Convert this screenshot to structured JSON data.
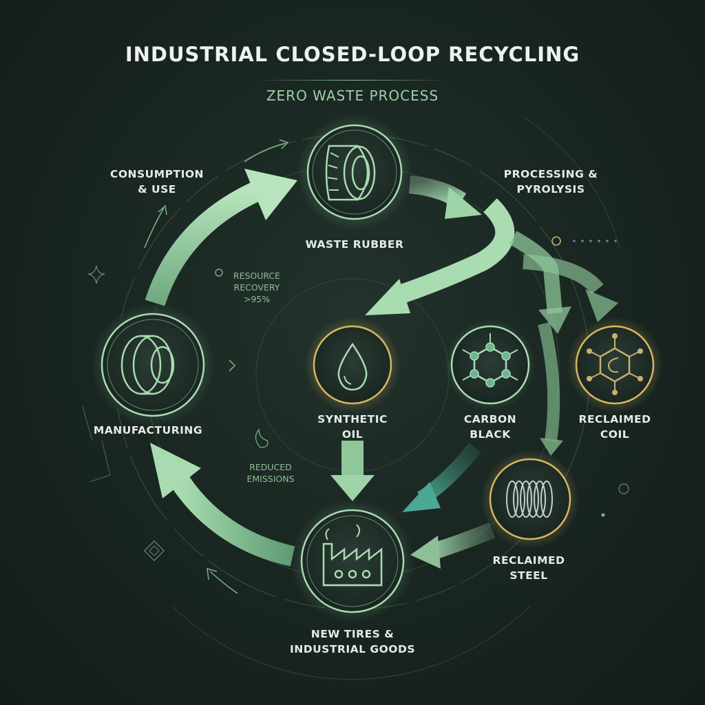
{
  "header": {
    "title": "INDUSTRIAL CLOSED-LOOP RECYCLING",
    "subtitle": "ZERO WASTE PROCESS"
  },
  "stages": {
    "waste_rubber": "WASTE RUBBER",
    "processing_line1": "PROCESSING &",
    "processing_line2": "PYROLYSIS",
    "consumption_line1": "CONSUMPTION",
    "consumption_line2": "& USE",
    "manufacturing": "MANUFACTURING",
    "new_goods_line1": "NEW TIRES &",
    "new_goods_line2": "INDUSTRIAL GOODS"
  },
  "outputs": {
    "oil_line1": "SYNTHETIC",
    "oil_line2": "OIL",
    "carbon_line1": "CARBON",
    "carbon_line2": "BLACK",
    "coil_line1": "RECLAIMED",
    "coil_line2": "COIL",
    "steel_line1": "RECLAIMED",
    "steel_line2": "STEEL"
  },
  "notes": {
    "recovery_line1": "RESOURCE",
    "recovery_line2": "RECOVERY",
    "recovery_line3": ">95%",
    "emissions_line1": "REDUCED",
    "emissions_line2": "EMISSIONS"
  },
  "colors": {
    "background": "#1a2722",
    "accent_green": "#9fd3a8",
    "accent_gold": "#c9b06a",
    "teal": "#3f9c8a",
    "text": "#e6ebe5"
  },
  "icons": {
    "waste_rubber": "tire-icon",
    "manufacturing": "tire-stack-icon",
    "new_goods": "factory-icon",
    "oil": "oil-drop-icon",
    "carbon": "molecule-icon",
    "coil": "molecule-icon",
    "steel": "steel-coil-icon"
  }
}
